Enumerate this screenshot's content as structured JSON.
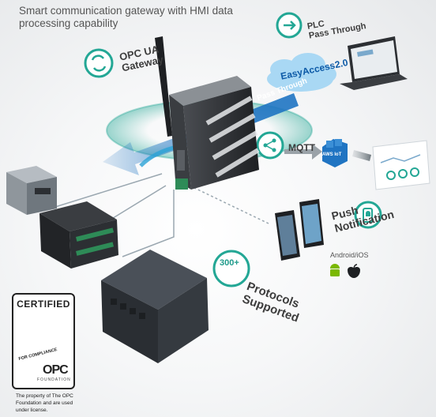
{
  "headline": "Smart communication gateway with HMI data processing capability",
  "labels": {
    "opc_ua": "OPC UA\nGateway",
    "plc": "PLC\nPass Through",
    "easyaccess": "EasyAccess2.0",
    "pass_through": "Pass Through",
    "mqtt": "MQTT",
    "aws": "AWS IoT",
    "push": "Push\nNotification",
    "android_ios": "Android/iOS",
    "protocols_count": "300+",
    "protocols": "Protocols\nSupported"
  },
  "certification": {
    "title": "CERTIFIED",
    "compliance": "FOR COMPLIANCE",
    "logo": "OPC",
    "foundation": "FOUNDATION",
    "license_note": "The property of The OPC Foundation and are used under license."
  },
  "colors": {
    "teal": "#23a795",
    "blue": "#1f74c2",
    "cloud": "#a9d8f4",
    "device": "#2d2f33"
  }
}
